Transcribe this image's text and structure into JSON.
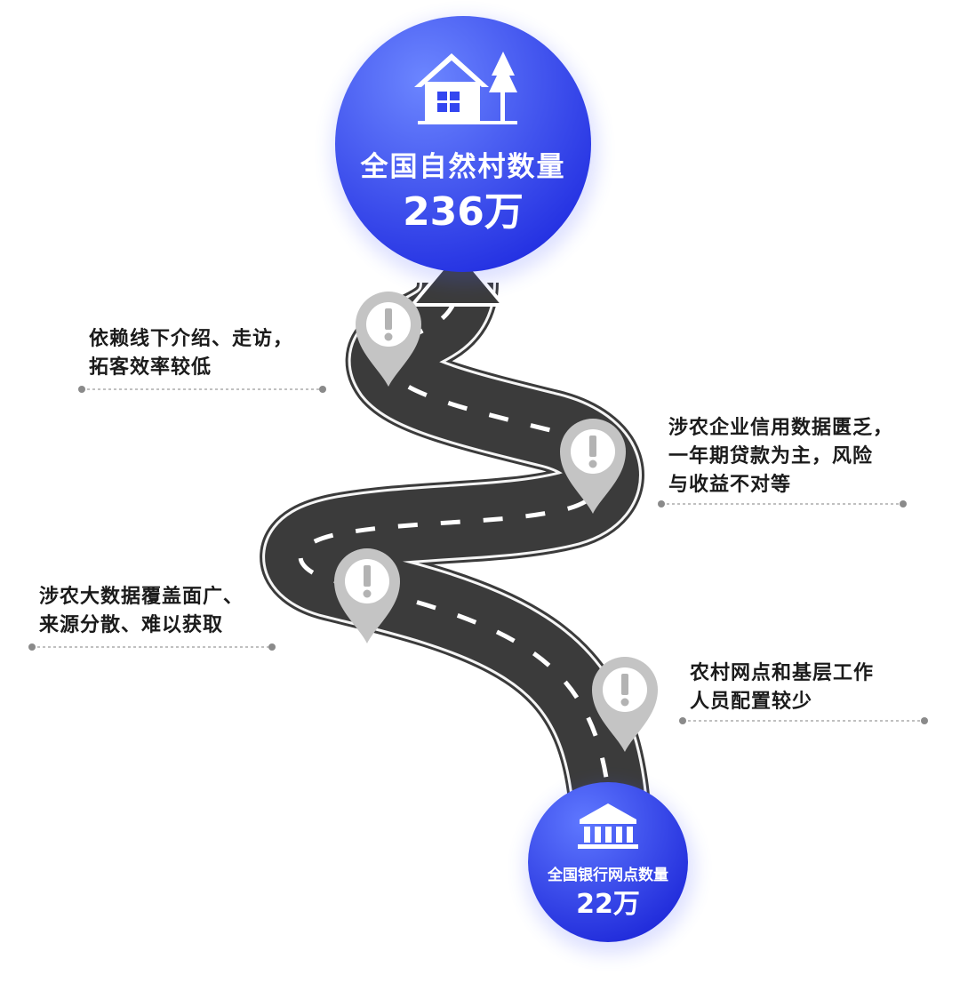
{
  "top_circle": {
    "label": "全国自然村数量",
    "value": "236万",
    "icon": "house-tree-icon"
  },
  "bottom_circle": {
    "label": "全国银行网点数量",
    "value": "22万",
    "icon": "bank-icon"
  },
  "callouts": [
    {
      "lines": [
        "依赖线下介绍、走访，",
        "拓客效率较低"
      ]
    },
    {
      "lines": [
        "涉农企业信用数据匮乏，",
        "一年期贷款为主，风险",
        "与收益不对等"
      ]
    },
    {
      "lines": [
        "涉农大数据覆盖面广、",
        "来源分散、难以获取"
      ]
    },
    {
      "lines": [
        "农村网点和基层工作",
        "人员配置较少"
      ]
    }
  ],
  "marker_icon": "warning-pin-icon",
  "colors": {
    "circle_top": "#5a74ff",
    "circle_bottom": "#1f2de6",
    "road": "#3b3b3b",
    "pin": "#c4c4c4",
    "text": "#1b1b1b",
    "leader_line": "#9a9a9a"
  }
}
